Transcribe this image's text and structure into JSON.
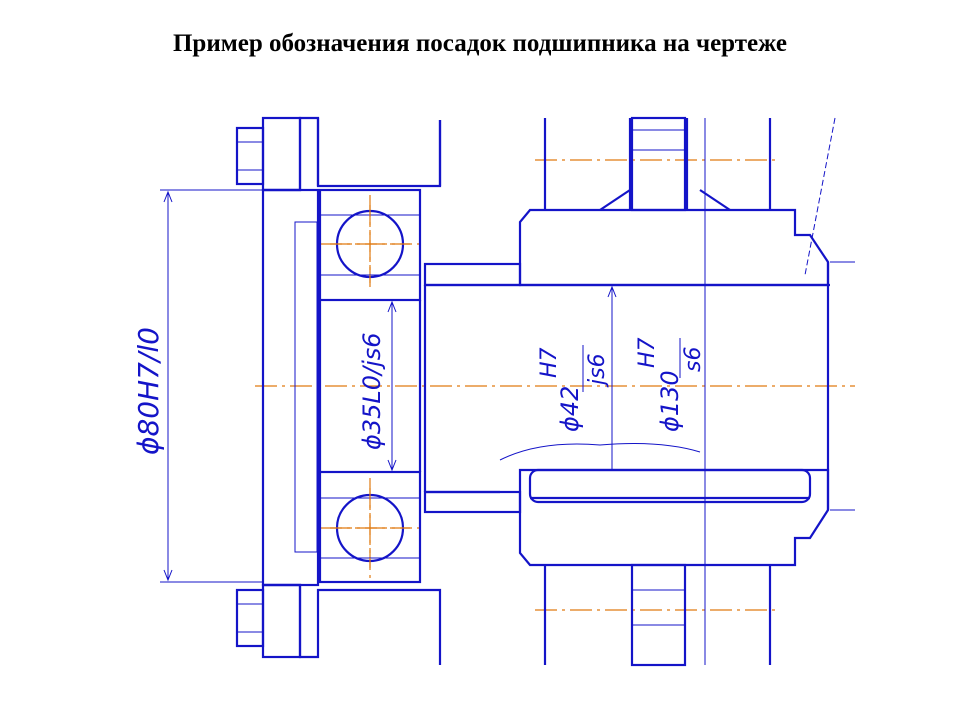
{
  "title": "Пример обозначения посадок подшипника на чертеже",
  "dims": {
    "d_housing": "ϕ80H7/l0",
    "d_inner": "ϕ35L0/js6",
    "d_bushing_prefix": "ϕ42",
    "d_bushing_num": "H7",
    "d_bushing_den": "js6",
    "d_gear_prefix": "ϕ130",
    "d_gear_num": "H7",
    "d_gear_den": "s6"
  },
  "colors": {
    "line": "#1414c8",
    "center": "#e07a10"
  },
  "icons": [
    "bolt-icon",
    "ball-bearing-icon",
    "key-icon"
  ]
}
